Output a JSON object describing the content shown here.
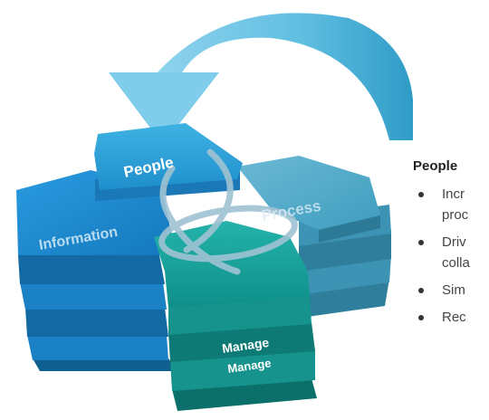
{
  "labels": {
    "people": "People",
    "process": "Process",
    "information": "Information",
    "manage_top": "Manage",
    "manage_bottom": "Manage"
  },
  "panel": {
    "title": "People",
    "bullets": [
      {
        "line1": "Incr",
        "line2": "proc"
      },
      {
        "line1": "Driv",
        "line2": "colla"
      },
      {
        "line1": "Sim",
        "line2": ""
      },
      {
        "line1": "Rec",
        "line2": ""
      }
    ]
  },
  "colors": {
    "arrow_light": "#8fd3ee",
    "arrow_dark": "#3aa6cd",
    "people_hex": "#2a9fd6",
    "process_hex": "#4fa9c8",
    "information_hex": "#1f8fd2",
    "manage_hex": "#1aa5a0"
  },
  "icons": [
    "curved-arrow-icon",
    "knot-icon",
    "bullet-dot-icon"
  ]
}
